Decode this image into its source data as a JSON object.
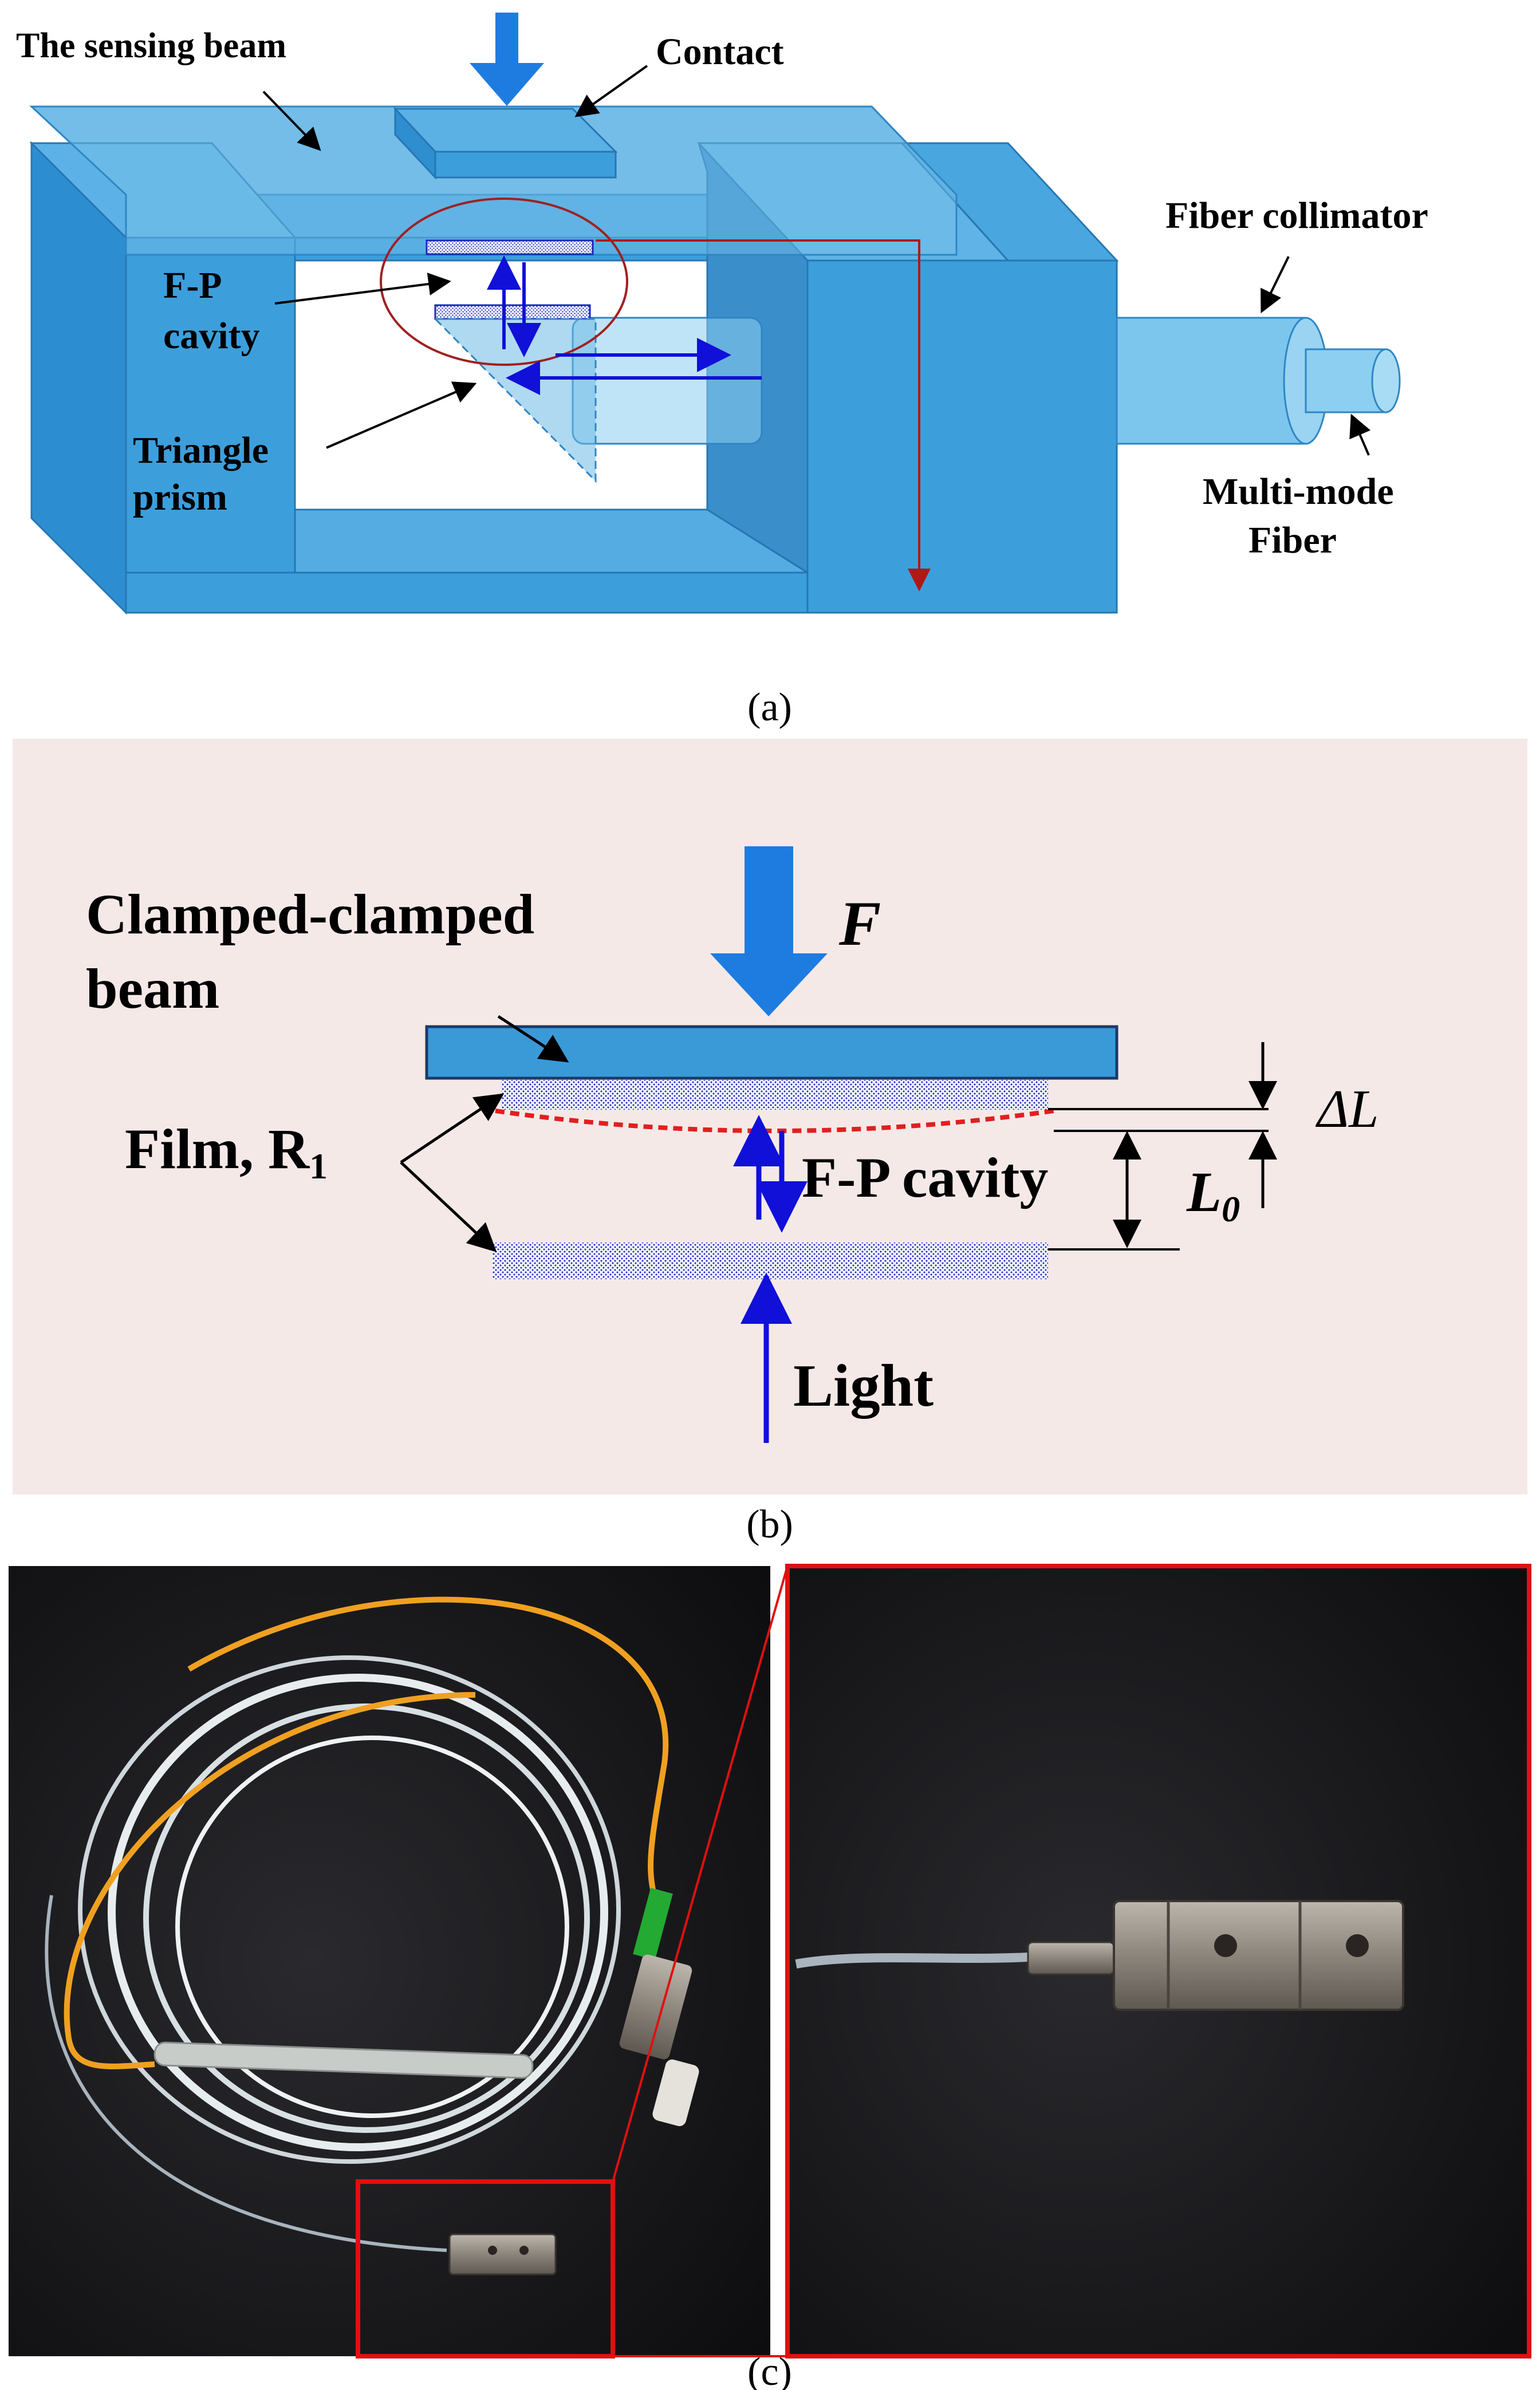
{
  "panel_a": {
    "caption": "(a)",
    "labels": {
      "sensing_beam": "The sensing beam",
      "contact": "Contact",
      "fp_line1": "F-P",
      "fp_line2": "cavity",
      "prism_line1": "Triangle",
      "prism_line2": "prism",
      "collimator": "Fiber collimator",
      "mmf_line1": "Multi-mode",
      "mmf_line2": "Fiber"
    },
    "colors": {
      "body": "#3c9fdc",
      "body_light": "#6bbbe8",
      "force_arrow": "#1e7ce0",
      "light_path": "#1010d8",
      "output_path": "#b01818",
      "highlight_circle": "#a02020"
    }
  },
  "panel_b": {
    "caption": "(b)",
    "labels": {
      "beam_line1": "Clamped-clamped",
      "beam_line2": "beam",
      "force": "F",
      "film": "Film, R",
      "film_sub": "1",
      "fp_cavity": "F-P cavity",
      "light": "Light",
      "delta_L": "ΔL",
      "L0": "L",
      "L0_sub": "0"
    },
    "colors": {
      "background": "#f5e9e8",
      "beam": "#3a9ad8",
      "deflection": "#e02020"
    }
  },
  "panel_c": {
    "caption": "(c)",
    "colors": {
      "highlight": "#e01010",
      "fiber_jacket": "#f0a020",
      "connector_boot": "#22aa33"
    }
  }
}
